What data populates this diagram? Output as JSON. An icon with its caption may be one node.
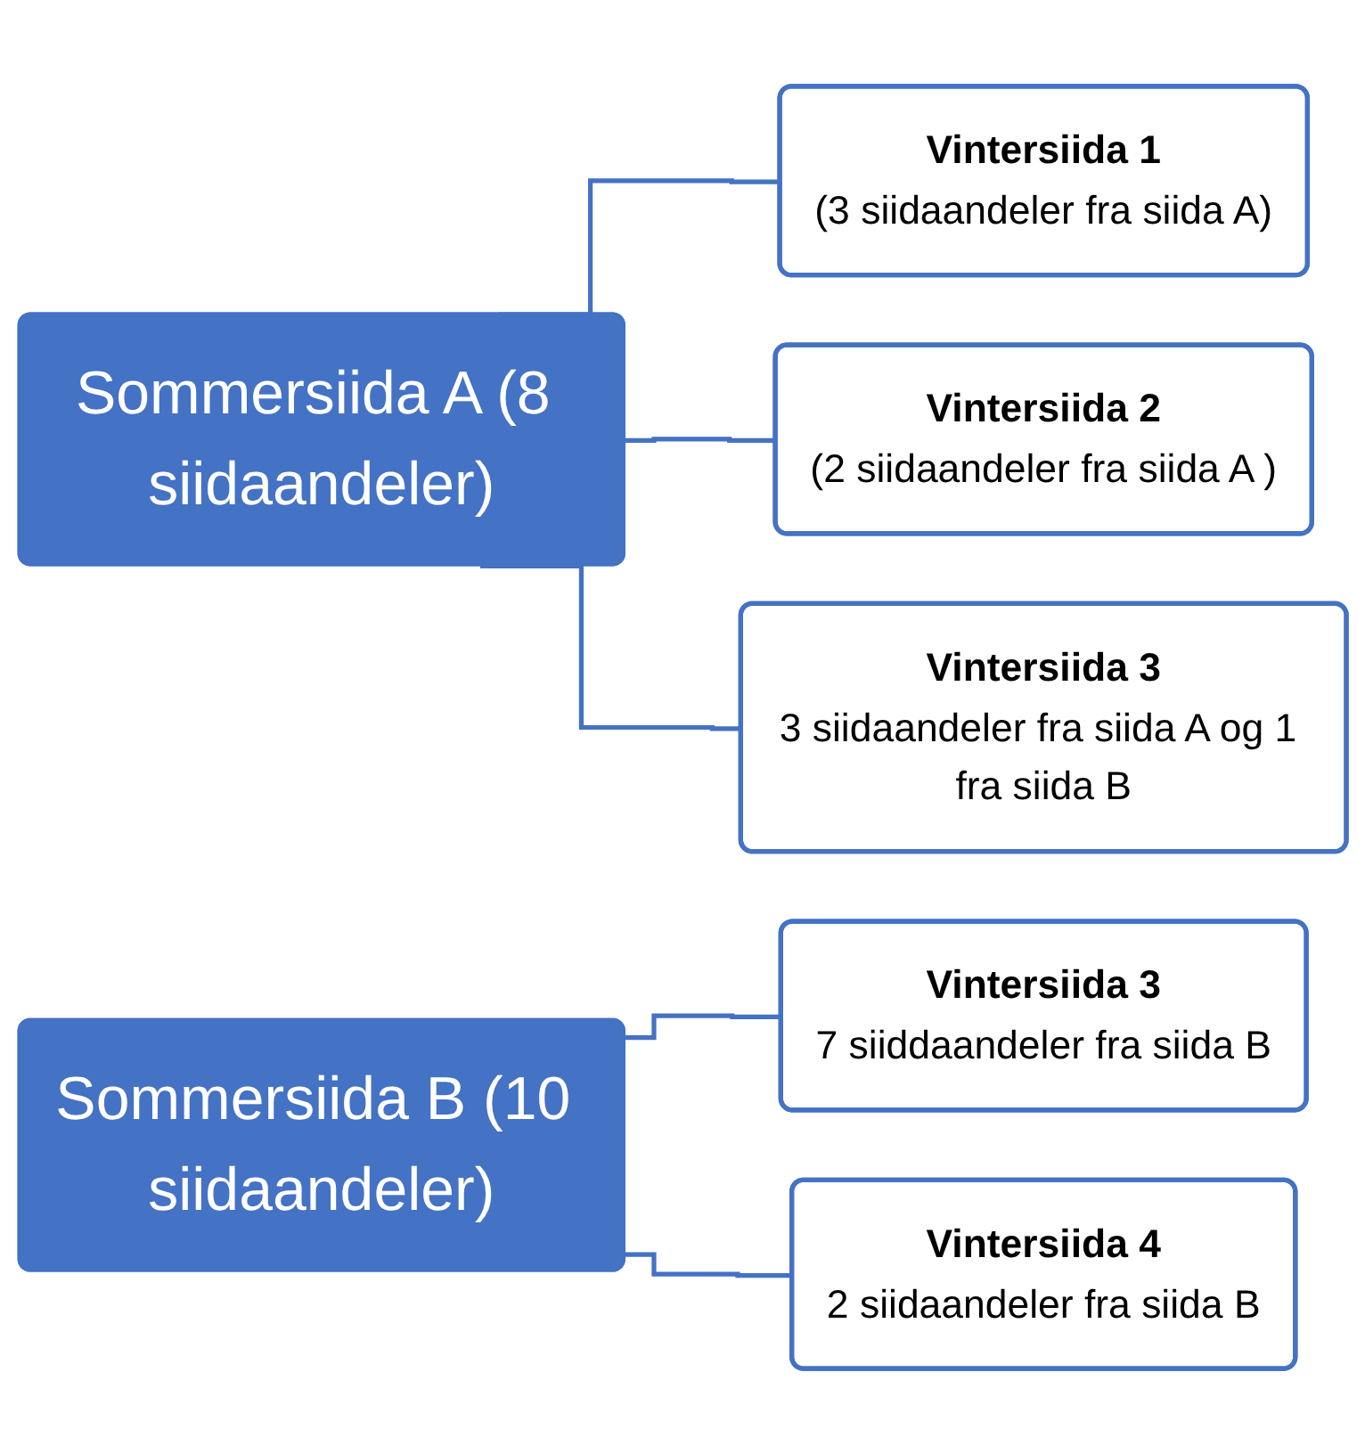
{
  "diagram": {
    "nodes": [
      {
        "text": [
          "Sommersiida A (8 siidaandeler)"
        ]
      },
      {
        "text": [
          "Vintersiida 1",
          "(3 siidaandeler fra siida A)"
        ]
      },
      {
        "text": [
          "Vintersiida 2",
          "(2 siidaandeler fra siida A )"
        ]
      },
      {
        "text": [
          "Vintersiida 3",
          "3 siidaandeler fra siida A og 1 fra siida B"
        ]
      },
      {
        "text": [
          "Sommersiida B (10 siidaandeler)"
        ]
      },
      {
        "text": [
          "Vintersiida 3",
          "7 siiddaandeler fra siida B"
        ]
      },
      {
        "text": [
          "Vintersiida 4",
          "2 siidaandeler fra siida B"
        ]
      }
    ],
    "edges": [
      {
        "from": 0,
        "to": 1,
        "arrow": "none"
      },
      {
        "from": 0,
        "to": 2,
        "arrow": "none"
      },
      {
        "from": 0,
        "to": 3,
        "arrow": "none"
      },
      {
        "from": 4,
        "to": 5,
        "arrow": "none"
      },
      {
        "from": 4,
        "to": 6,
        "arrow": "none"
      }
    ]
  }
}
